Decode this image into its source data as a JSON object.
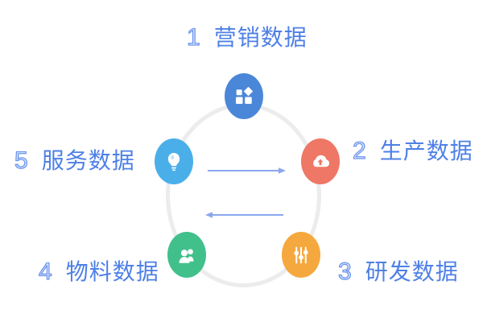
{
  "diagram": {
    "type": "circular-process",
    "items": [
      {
        "number": "1",
        "label": "营销数据",
        "color": "#4a87d8",
        "icon": "grid-category-icon",
        "position": "top"
      },
      {
        "number": "2",
        "label": "生产数据",
        "color": "#ee7765",
        "icon": "cloud-upload-icon",
        "position": "right"
      },
      {
        "number": "3",
        "label": "研发数据",
        "color": "#f5a83e",
        "icon": "sliders-icon",
        "position": "bottom-right"
      },
      {
        "number": "4",
        "label": "物料数据",
        "color": "#41c08b",
        "icon": "users-icon",
        "position": "bottom-left"
      },
      {
        "number": "5",
        "label": "服务数据",
        "color": "#4aafe9",
        "icon": "lightbulb-icon",
        "position": "left"
      }
    ],
    "colors": {
      "background": "#ffffff",
      "ring": "#ececec",
      "label_text": "#4e80e6",
      "number_outline": "#6e96ec",
      "arrow": "#8aa7ed"
    }
  }
}
